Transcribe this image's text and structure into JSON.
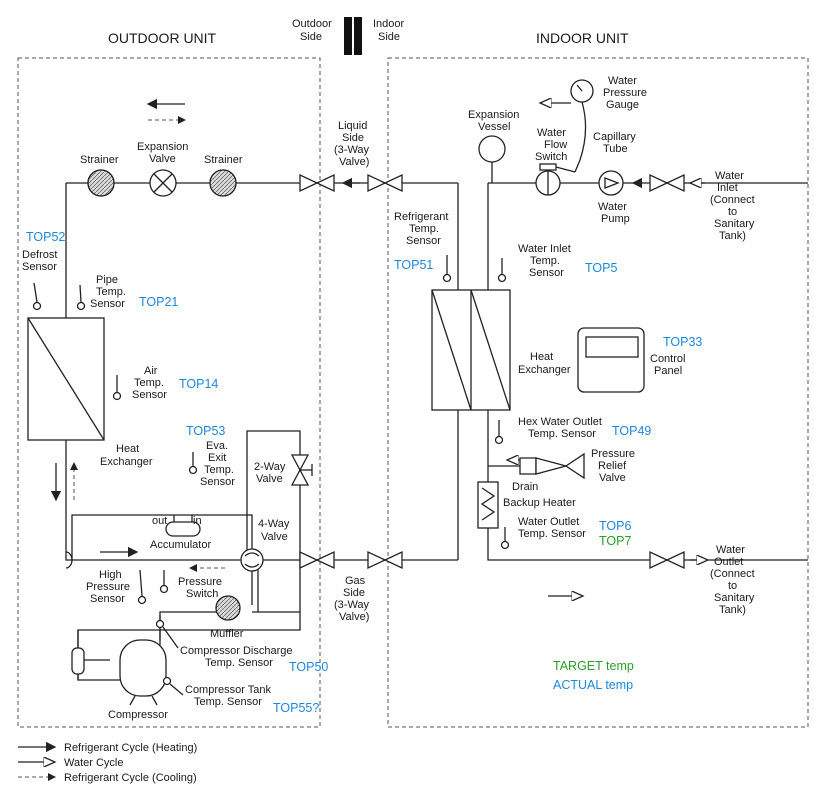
{
  "headers": {
    "outdoor_unit": "OUTDOOR UNIT",
    "indoor_unit": "INDOOR UNIT",
    "outdoor_side": [
      "Outdoor",
      "Side"
    ],
    "indoor_side": [
      "Indoor",
      "Side"
    ]
  },
  "outdoor": {
    "strainer_left": "Strainer",
    "expansion_valve": [
      "Expansion",
      "Valve"
    ],
    "strainer_right": "Strainer",
    "defrost_sensor": [
      "Defrost",
      "Sensor"
    ],
    "pipe_temp_sensor": [
      "Pipe",
      "Temp.",
      "Sensor"
    ],
    "air_temp_sensor": [
      "Air",
      "Temp.",
      "Sensor"
    ],
    "heat_exchanger": [
      "Heat",
      "Exchanger"
    ],
    "eva_exit_temp_sensor": [
      "Eva.",
      "Exit",
      "Temp.",
      "Sensor"
    ],
    "two_way_valve": [
      "2-Way",
      "Valve"
    ],
    "accumulator": "Accumulator",
    "acc_out": "out",
    "acc_in": "in",
    "four_way_valve": [
      "4-Way",
      "Valve"
    ],
    "high_pressure_sensor": [
      "High",
      "Pressure",
      "Sensor"
    ],
    "pressure_switch": [
      "Pressure",
      "Switch"
    ],
    "muffler": "Muffler",
    "compressor_discharge": [
      "Compressor Discharge",
      "Temp. Sensor"
    ],
    "compressor_tank": [
      "Compressor Tank",
      "Temp. Sensor"
    ],
    "compressor": "Compressor"
  },
  "middle": {
    "liquid_side": [
      "Liquid",
      "Side",
      "(3-Way",
      "Valve)"
    ],
    "gas_side": [
      "Gas",
      "Side",
      "(3-Way",
      "Valve)"
    ]
  },
  "indoor": {
    "water_pressure_gauge": [
      "Water",
      "Pressure",
      "Gauge"
    ],
    "expansion_vessel": [
      "Expansion",
      "Vessel"
    ],
    "water_flow_switch": [
      "Water",
      "Flow",
      "Switch"
    ],
    "capillary_tube": [
      "Capillary",
      "Tube"
    ],
    "water_pump": [
      "Water",
      "Pump"
    ],
    "water_inlet": [
      "Water",
      "Inlet",
      "(Connect",
      "to",
      "Sanitary",
      "Tank)"
    ],
    "refrigerant_temp_sensor": [
      "Refrigerant",
      "Temp.",
      "Sensor"
    ],
    "water_inlet_temp_sensor": [
      "Water Inlet",
      "Temp.",
      "Sensor"
    ],
    "heat_exchanger": [
      "Heat",
      "Exchanger"
    ],
    "control_panel": [
      "Control",
      "Panel"
    ],
    "hex_water_outlet_temp_sensor": [
      "Hex Water Outlet",
      "Temp. Sensor"
    ],
    "pressure_relief_valve": [
      "Pressure",
      "Relief",
      "Valve"
    ],
    "drain": "Drain",
    "backup_heater": "Backup Heater",
    "water_outlet_temp_sensor": [
      "Water Outlet",
      "Temp. Sensor"
    ],
    "water_outlet": [
      "Water",
      "Outlet",
      "(Connect",
      "to",
      "Sanitary",
      "Tank)"
    ]
  },
  "tags": {
    "top52": "TOP52",
    "top21": "TOP21",
    "top14": "TOP14",
    "top53": "TOP53",
    "top50": "TOP50",
    "top55": "TOP55?",
    "top51": "TOP51",
    "top5": "TOP5",
    "top33": "TOP33",
    "top49": "TOP49",
    "top6": "TOP6",
    "top7": "TOP7"
  },
  "key": {
    "target_temp": "TARGET temp",
    "actual_temp": "ACTUAL temp"
  },
  "legend": {
    "heating": "Refrigerant Cycle (Heating)",
    "water": "Water Cycle",
    "cooling": "Refrigerant Cycle (Cooling)"
  },
  "colors": {
    "actual_tag": "#1e88d8",
    "target_tag": "#2e9b2e"
  }
}
